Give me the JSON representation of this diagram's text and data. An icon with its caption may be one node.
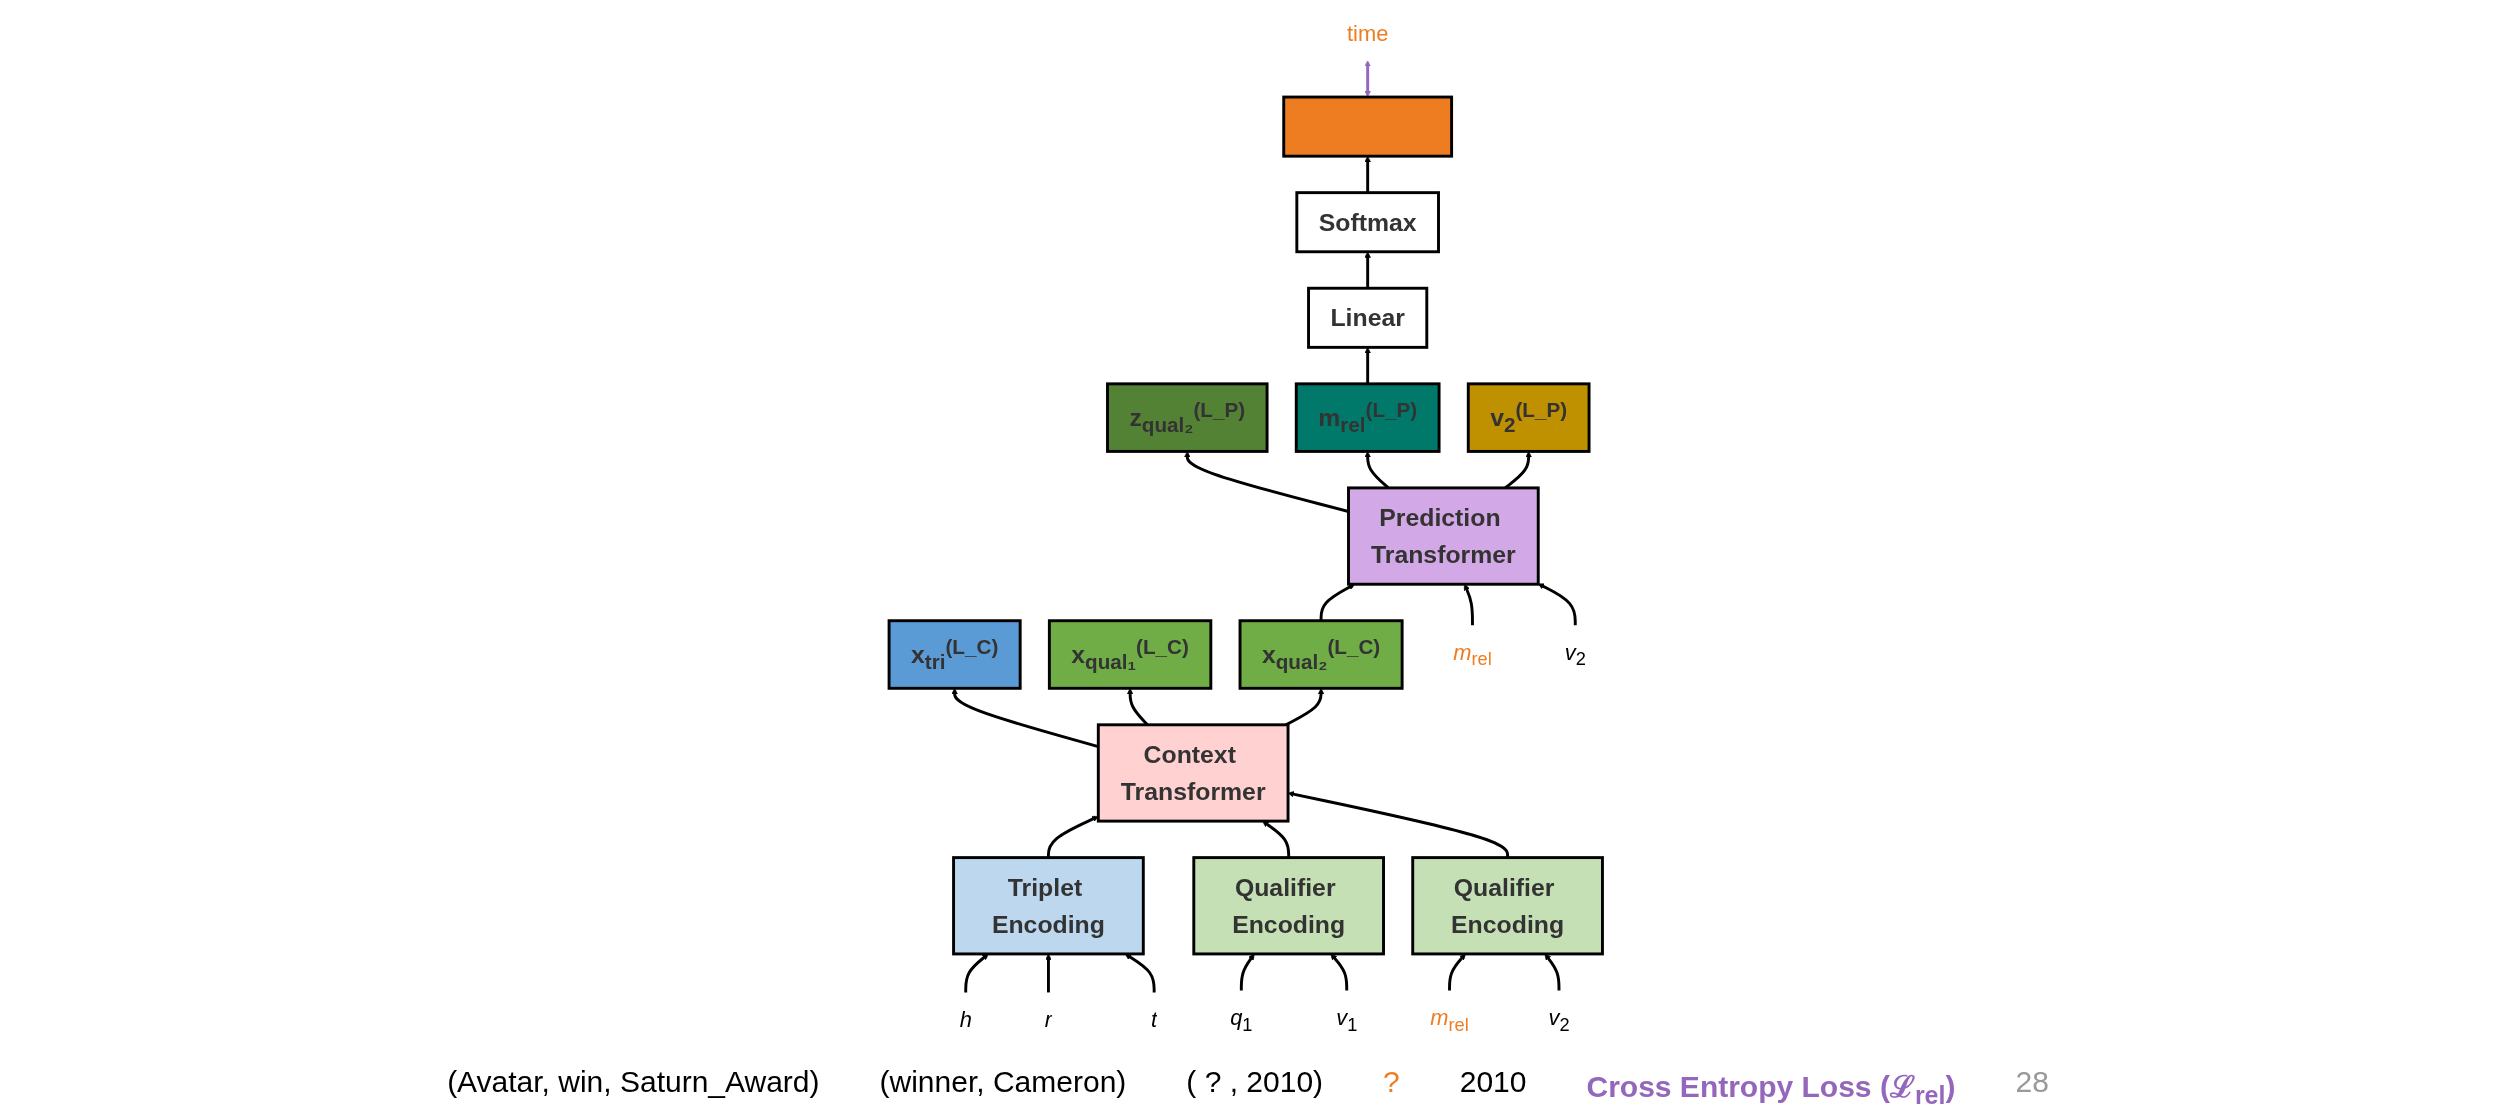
{
  "diagram": {
    "nodes": [
      {
        "text": [
          "**x**$_{tri}$$^{(L_C)}$"
        ]
      },
      {
        "text": [
          "**x**$_{qual₁}$$^{(L_C)}$"
        ]
      },
      {
        "text": [
          "**x**$_{qual₂}$$^{(L_C)}$"
        ]
      },
      {
        "text": [
          "Context Transformer"
        ]
      },
      {
        "text": [
          "Triplet Encoding"
        ]
      },
      {
        "text": [
          "Qualifier Encoding"
        ]
      },
      {
        "text": [
          "Qualifier Encoding"
        ]
      },
      {
        "text": [
          "h"
        ]
      },
      {
        "text": [
          "r"
        ]
      },
      {
        "text": [
          "t"
        ]
      },
      {
        "text": [
          "*q*$_{1}$"
        ]
      },
      {
        "text": [
          "*v*$_{1}$"
        ]
      },
      {
        "text": [
          "*m*$_{rel}$"
        ]
      },
      {
        "text": [
          "*v*$_{2}$"
        ]
      },
      {
        "text": [
          "**z**$_{qual₂}$$^{(L_P)}$"
        ]
      },
      {
        "text": [
          "**m**$_{rel}$$^{(L_P)}$"
        ]
      },
      {
        "text": [
          "**v**$_{2}$$^{(L_P)}$"
        ]
      },
      {
        "text": [
          "Prediction Transformer"
        ]
      },
      {
        "text": [
          "*m*$_{rel}$"
        ]
      },
      {
        "text": [
          "*v*$_{2}$"
        ]
      },
      {
        "text": [
          "Linear"
        ]
      },
      {
        "text": [
          "Softmax"
        ]
      },
      {
        "text": [],
        "shape": "bar"
      },
      {
        "text": [
          "time"
        ]
      }
    ],
    "edges": [
      {
        "from": 7,
        "to": 4,
        "arrow": "to"
      },
      {
        "from": 8,
        "to": 4,
        "arrow": "to"
      },
      {
        "from": 9,
        "to": 4,
        "arrow": "to"
      },
      {
        "from": 10,
        "to": 5,
        "arrow": "to"
      },
      {
        "from": 11,
        "to": 5,
        "arrow": "to"
      },
      {
        "from": 12,
        "to": 6,
        "arrow": "to"
      },
      {
        "from": 13,
        "to": 6,
        "arrow": "to"
      },
      {
        "from": 4,
        "to": 3,
        "arrow": "to"
      },
      {
        "from": 5,
        "to": 3,
        "arrow": "to"
      },
      {
        "from": 6,
        "to": 3,
        "arrow": "to"
      },
      {
        "from": 3,
        "to": 0,
        "arrow": "to"
      },
      {
        "from": 3,
        "to": 1,
        "arrow": "to"
      },
      {
        "from": 3,
        "to": 2,
        "arrow": "to"
      },
      {
        "from": 2,
        "to": 17,
        "arrow": "to"
      },
      {
        "from": 18,
        "to": 17,
        "arrow": "to"
      },
      {
        "from": 19,
        "to": 17,
        "arrow": "to"
      },
      {
        "from": 17,
        "to": 14,
        "arrow": "to"
      },
      {
        "from": 17,
        "to": 15,
        "arrow": "to"
      },
      {
        "from": 17,
        "to": 16,
        "arrow": "to"
      },
      {
        "from": 15,
        "to": 20,
        "arrow": "to"
      },
      {
        "from": 20,
        "to": 21,
        "arrow": "to"
      },
      {
        "from": 21,
        "to": 22,
        "arrow": "to"
      },
      {
        "from": 22,
        "to": 23,
        "arrow": "both",
        "color": "#9467bd"
      }
    ],
    "labels": [
      "(Avatar, win, Saturn_Award)",
      "(winner, Cameron)",
      "( ? , 2010)",
      "?",
      "2010",
      "Cross Entropy Loss (ℒ$_{rel}$)",
      "28"
    ]
  }
}
